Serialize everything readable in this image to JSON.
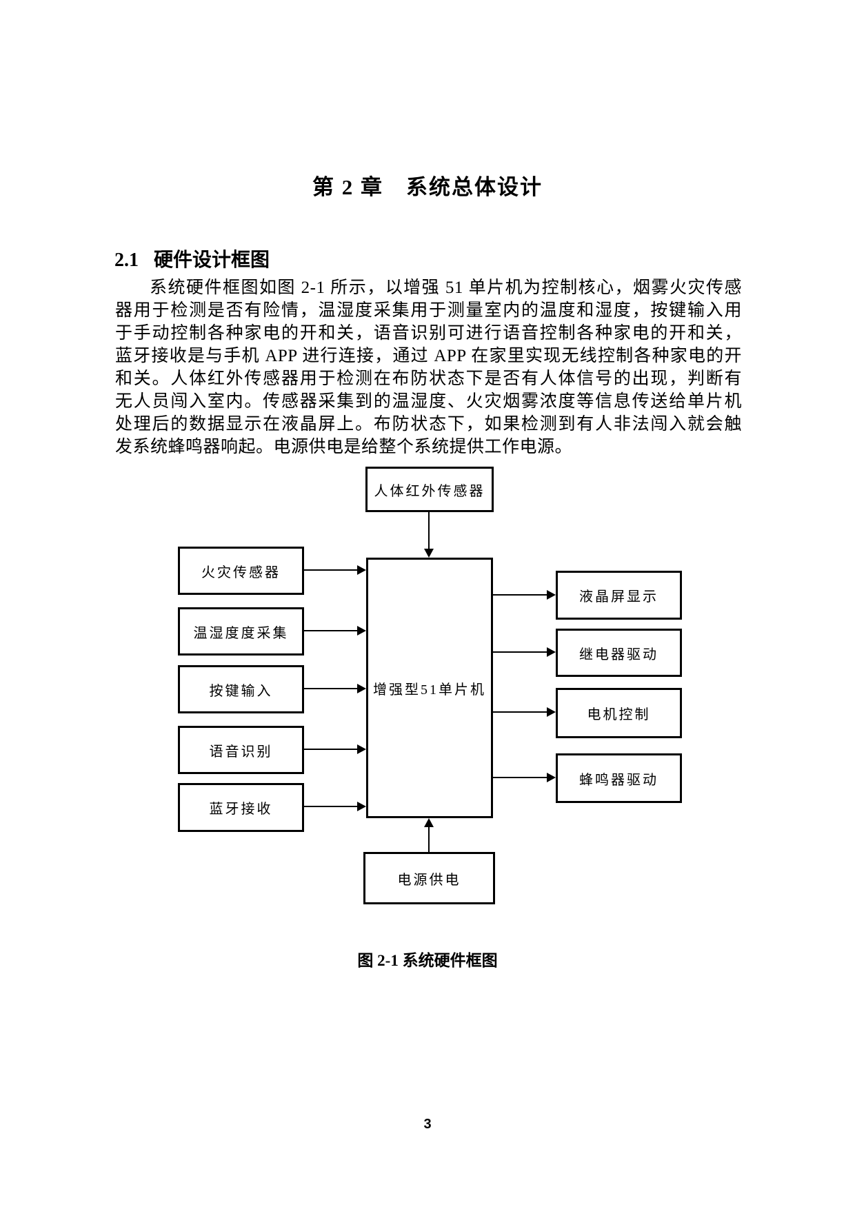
{
  "chapter_title": "第 2 章　系统总体设计",
  "section": {
    "number": "2.1",
    "title": "硬件设计框图"
  },
  "paragraph_lines": [
    "系统硬件框图如图 2-1 所示，以增强 51 单片机为控制核心，烟雾火灾传感",
    "器用于检测是否有险情，温湿度采集用于测量室内的温度和湿度，按键输入用",
    "于手动控制各种家电的开和关，语音识别可进行语音控制各种家电的开和关，",
    "蓝牙接收是与手机 APP 进行连接，通过 APP 在家里实现无线控制各种家电的开",
    "和关。人体红外传感器用于检测在布防状态下是否有人体信号的出现，判断有",
    "无人员闯入室内。传感器采集到的温湿度、火灾烟雾浓度等信息传送给单片机",
    "处理后的数据显示在液晶屏上。布防状态下，如果检测到有人非法闯入就会触",
    "发系统蜂鸣器响起。电源供电是给整个系统提供工作电源。"
  ],
  "diagram": {
    "top_box": "人体红外传感器",
    "center_box": "增强型51单片机",
    "left_boxes": [
      "火灾传感器",
      "温湿度度采集",
      "按键输入",
      "语音识别",
      "蓝牙接收"
    ],
    "right_boxes": [
      "液晶屏显示",
      "继电器驱动",
      "电机控制",
      "蜂鸣器驱动"
    ],
    "bottom_box": "电源供电",
    "caption": "图 2-1 系统硬件框图"
  },
  "page_number": "3",
  "colors": {
    "text": "#000000",
    "background": "#ffffff",
    "line": "#000000"
  }
}
